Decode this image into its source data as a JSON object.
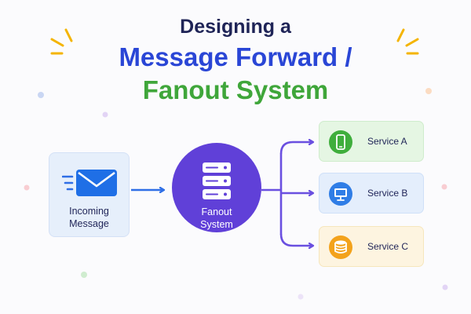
{
  "title": {
    "line1": "Designing a",
    "line2": "Message Forward /",
    "line3": "Fanout System"
  },
  "colors": {
    "navy": "#1f2457",
    "blue_accent": "#2a46d6",
    "green_accent": "#3fa63a",
    "fanout_purple": "#6040d8",
    "arrow_purple": "#6a4fe0",
    "arrow_blue": "#2f6fe6",
    "spark_yellow": "#f4b400"
  },
  "nodes": {
    "incoming": {
      "label_line1": "Incoming",
      "label_line2": "Message",
      "icon": "envelope-icon"
    },
    "fanout": {
      "label_line1": "Fanout",
      "label_line2": "System",
      "icon": "server-stack-icon"
    },
    "services": [
      {
        "label": "Service A",
        "icon": "smartphone-icon"
      },
      {
        "label": "Service B",
        "icon": "monitor-icon"
      },
      {
        "label": "Service C",
        "icon": "database-icon"
      }
    ]
  }
}
